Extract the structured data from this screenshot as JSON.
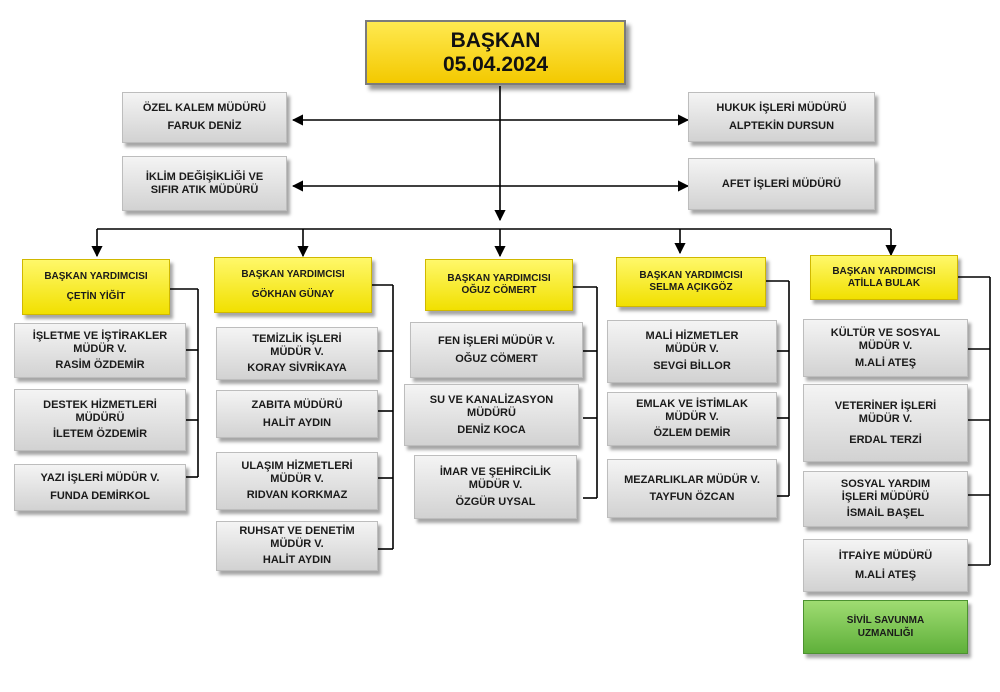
{
  "chart": {
    "president": {
      "title": "BAŞKAN",
      "date": "05.04.2024"
    },
    "advisors_left": [
      {
        "line1": "ÖZEL KALEM MÜDÜRÜ",
        "line2": "FARUK DENİZ"
      },
      {
        "line1": "İKLİM DEĞİŞİKLİĞİ VE SIFIR ATIK MÜDÜRÜ",
        "line2": ""
      }
    ],
    "advisors_right": [
      {
        "line1": "HUKUK İŞLERİ MÜDÜRÜ",
        "line2": "ALPTEKİN DURSUN"
      },
      {
        "line1": "AFET İŞLERİ MÜDÜRÜ",
        "line2": ""
      }
    ],
    "deputies": [
      {
        "title": "BAŞKAN YARDIMCISI",
        "name": "ÇETİN YİĞİT",
        "units": [
          {
            "line1": "İŞLETME VE İŞTİRAKLER MÜDÜR V.",
            "line2": "RASİM ÖZDEMİR"
          },
          {
            "line1": "DESTEK HİZMETLERİ MÜDÜRÜ",
            "line2": "İLETEM ÖZDEMİR"
          },
          {
            "line1": "YAZI İŞLERİ MÜDÜR V.",
            "line2": "FUNDA DEMİRKOL"
          }
        ]
      },
      {
        "title": "BAŞKAN YARDIMCISI",
        "name": "GÖKHAN GÜNAY",
        "units": [
          {
            "line1": "TEMİZLİK İŞLERİ MÜDÜR V.",
            "line2": "KORAY SİVRİKAYA"
          },
          {
            "line1": "ZABITA MÜDÜRÜ",
            "line2": "HALİT AYDIN"
          },
          {
            "line1": "ULAŞIM HİZMETLERİ MÜDÜR V.",
            "line2": "RIDVAN KORKMAZ"
          },
          {
            "line1": "RUHSAT VE DENETİM MÜDÜR V.",
            "line2": "HALİT AYDIN"
          }
        ]
      },
      {
        "title": "BAŞKAN YARDIMCISI",
        "name": "OĞUZ CÖMERT",
        "units": [
          {
            "line1": "FEN İŞLERİ MÜDÜR V.",
            "line2": "OĞUZ CÖMERT"
          },
          {
            "line1": "SU VE KANALİZASYON MÜDÜRÜ",
            "line2": "DENİZ KOCA"
          },
          {
            "line1": "İMAR VE ŞEHİRCİLİK MÜDÜR V.",
            "line2": "ÖZGÜR UYSAL"
          }
        ]
      },
      {
        "title": "BAŞKAN YARDIMCISI",
        "name": "SELMA AÇIKGÖZ",
        "units": [
          {
            "line1": "MALİ HİZMETLER MÜDÜR V.",
            "line2": "SEVGİ BİLLOR"
          },
          {
            "line1": "EMLAK VE İSTİMLAK MÜDÜR V.",
            "line2": "ÖZLEM DEMİR"
          },
          {
            "line1": "MEZARLIKLAR MÜDÜR V.",
            "line2": "TAYFUN ÖZCAN"
          }
        ]
      },
      {
        "title": "BAŞKAN YARDIMCISI",
        "name": "ATİLLA BULAK",
        "units": [
          {
            "line1": "KÜLTÜR VE SOSYAL MÜDÜR V.",
            "line2": "M.ALİ ATEŞ"
          },
          {
            "line1": "VETERİNER İŞLERİ MÜDÜR V.",
            "line2": "ERDAL TERZİ"
          },
          {
            "line1": "SOSYAL YARDIM İŞLERİ MÜDÜRÜ",
            "line2": "İSMAİL BAŞEL"
          },
          {
            "line1": "İTFAİYE MÜDÜRÜ",
            "line2": "M.ALİ ATEŞ"
          },
          {
            "line1": "SİVİL SAVUNMA UZMANLIĞI",
            "line2": ""
          }
        ]
      }
    ]
  }
}
